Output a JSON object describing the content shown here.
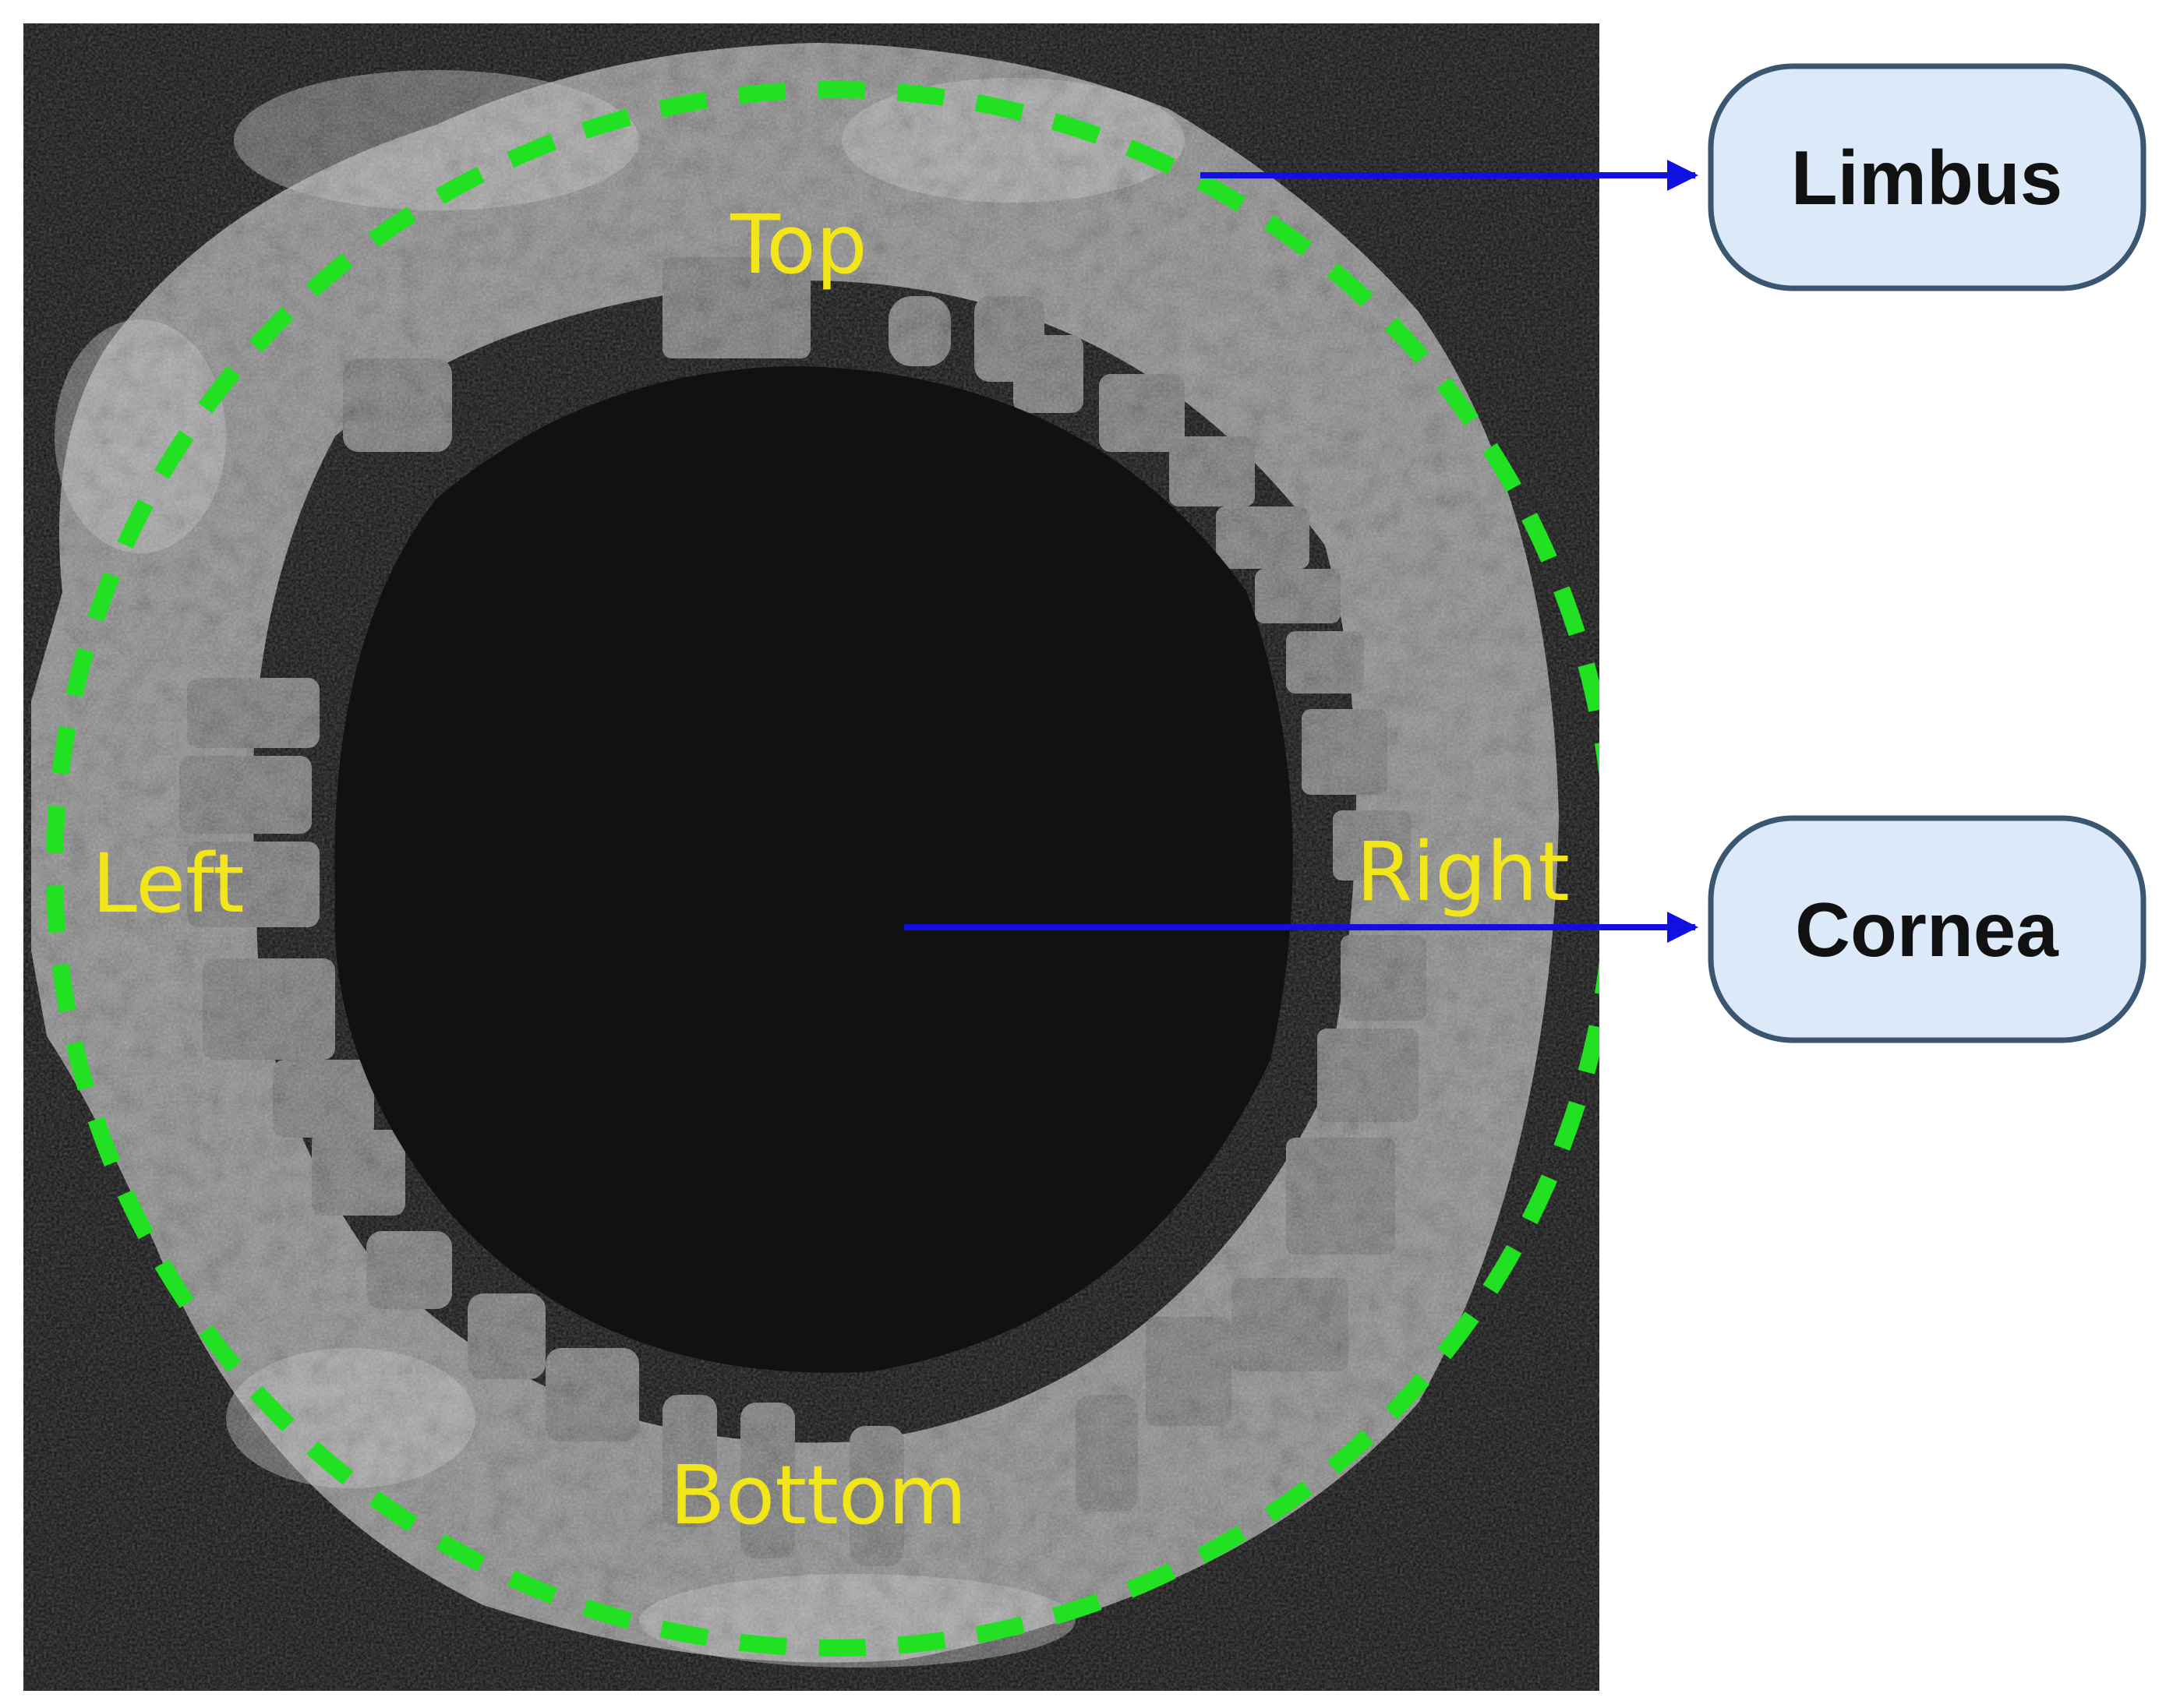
{
  "figure": {
    "region_labels": {
      "top": "Top",
      "bottom": "Bottom",
      "left": "Left",
      "right": "Right"
    },
    "callouts": {
      "limbus": "Limbus",
      "cornea": "Cornea"
    },
    "colors": {
      "background": "#111111",
      "tissue": "#9a9a9a",
      "boundary_dash": "#22e022",
      "region_label": "#f2e61a",
      "arrow": "#1010e0",
      "callout_fill": "#dbe9f8",
      "callout_border": "#3a5670"
    }
  }
}
